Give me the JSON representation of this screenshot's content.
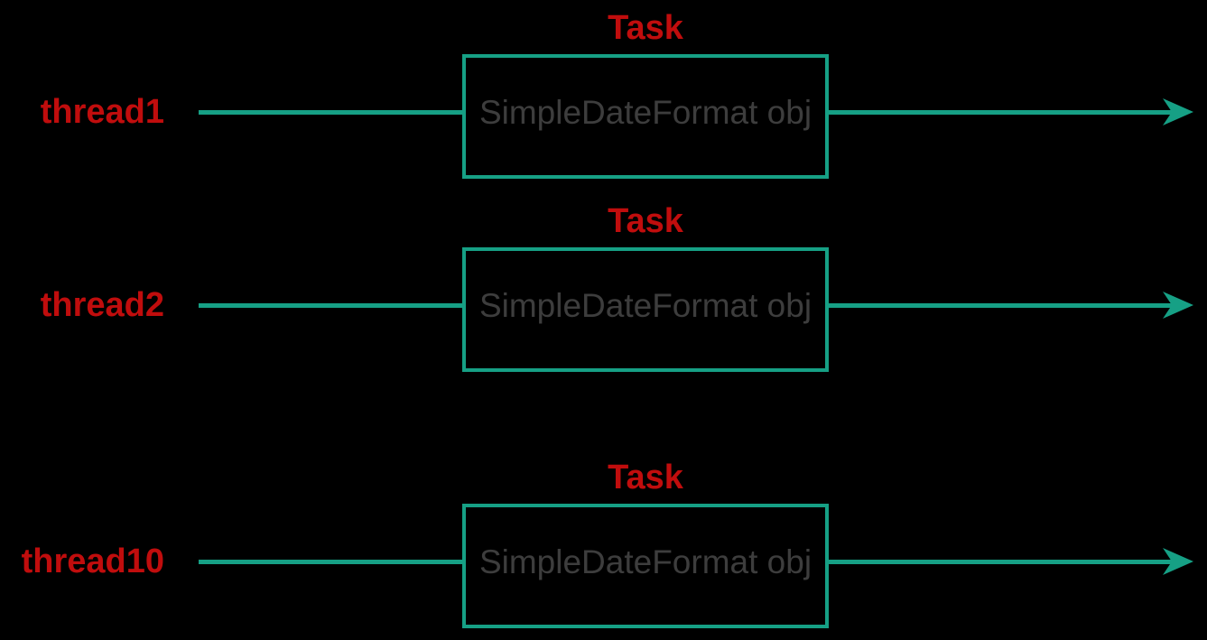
{
  "diagram": {
    "colors": {
      "bg": "#000000",
      "teal": "#16a085",
      "red": "#c00d0d",
      "gray": "#3d3d3d"
    },
    "rows": [
      {
        "thread_label": "thread1",
        "task_label": "Task",
        "object_label": "SimpleDateFormat obj"
      },
      {
        "thread_label": "thread2",
        "task_label": "Task",
        "object_label": "SimpleDateFormat obj"
      },
      {
        "thread_label": "thread10",
        "task_label": "Task",
        "object_label": "SimpleDateFormat obj"
      }
    ]
  }
}
